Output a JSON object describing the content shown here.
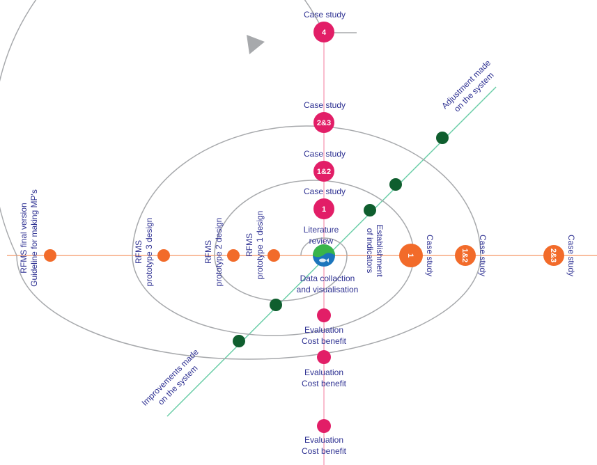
{
  "colors": {
    "spiral": "#a7a9ac",
    "axis_horizontal": "#f7a77e",
    "axis_vertical": "#f7a7bd",
    "axis_diagonal": "#6ccea8",
    "orange_node": "#f26b2a",
    "pink_node": "#e21e67",
    "green_node": "#0f5e2e",
    "text": "#2e3192",
    "arrow": "#a7a9ac"
  },
  "center": {
    "top_line1": "Literature",
    "top_line2": "review",
    "bottom_line1": "Data collaction",
    "bottom_line2": "and visualisation",
    "right_line1": "Establishment",
    "right_line2": "of indicators",
    "logo_icon": "fish-logo-icon"
  },
  "top_case_studies": [
    {
      "label": "Case study",
      "number": "1"
    },
    {
      "label": "Case study",
      "number": "1&2"
    },
    {
      "label": "Case study",
      "number": "2&3"
    },
    {
      "label": "Case study",
      "number": "4"
    }
  ],
  "right_case_studies": [
    {
      "label": "Case study",
      "number": "1"
    },
    {
      "label": "Case study",
      "number": "1&2"
    },
    {
      "label": "Case study",
      "number": "2&3"
    }
  ],
  "prototypes": [
    {
      "line1": "RFMS",
      "line2": "prototype 1 design"
    },
    {
      "line1": "RFMS",
      "line2": "prototype 2 design"
    },
    {
      "line1": "RFMS",
      "line2": "prototype 3 design"
    },
    {
      "line1": "RFMS final version",
      "line2": "Guideline for making MP's"
    }
  ],
  "evaluations": [
    {
      "line1": "Evaluation",
      "line2": "Cost benefit"
    },
    {
      "line1": "Evaluation",
      "line2": "Cost benefit"
    },
    {
      "line1": "Evaluation",
      "line2": "Cost benefit"
    }
  ],
  "adjustment": {
    "line1": "Adjustment made",
    "line2": "on the system"
  },
  "improvements": {
    "line1": "Improvements made",
    "line2": "on the system"
  }
}
